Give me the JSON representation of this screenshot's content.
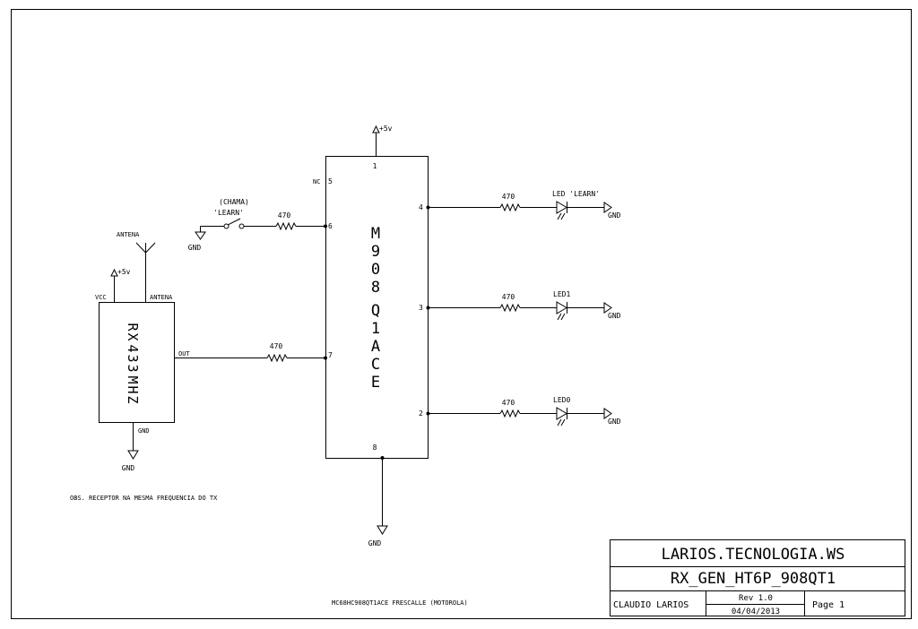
{
  "power": {
    "vcc_label": "+5v",
    "gnd_label": "GND"
  },
  "antenna": {
    "label": "ANTENA"
  },
  "receiver": {
    "name_chars": [
      "R",
      "X",
      "4",
      "3",
      "3",
      "M",
      "H",
      "Z"
    ],
    "vcc_pin": "VCC",
    "antenna_pin": "ANTENA",
    "out_pin": "OUT",
    "gnd_pin": "GND"
  },
  "switch": {
    "note_line1": "(CHAMA)",
    "note_line2": "'LEARN'"
  },
  "resistor_value": "470",
  "mcu": {
    "name_chars": [
      "M",
      "9",
      "0",
      "8",
      "Q",
      "1",
      "A",
      "C",
      "E"
    ],
    "pins": {
      "p1": "1",
      "p2": "2",
      "p3": "3",
      "p4": "4",
      "p5": "5",
      "p6": "6",
      "p7": "7",
      "p8": "8",
      "nc": "NC"
    }
  },
  "leds": {
    "learn": "LED 'LEARN'",
    "led1": "LED1",
    "led0": "LED0"
  },
  "notes": {
    "obs": "OBS. RECEPTOR NA MESMA FREQUENCIA DO TX",
    "part": "MC68HC908QT1ACE FRESCALLE (MOTOROLA)"
  },
  "title_block": {
    "company": "LARIOS.TECNOLOGIA.WS",
    "title": "RX_GEN_HT6P_908QT1",
    "author": "CLAUDIO LARIOS",
    "rev": "Rev 1.0",
    "date": "04/04/2013",
    "page": "Page 1"
  }
}
